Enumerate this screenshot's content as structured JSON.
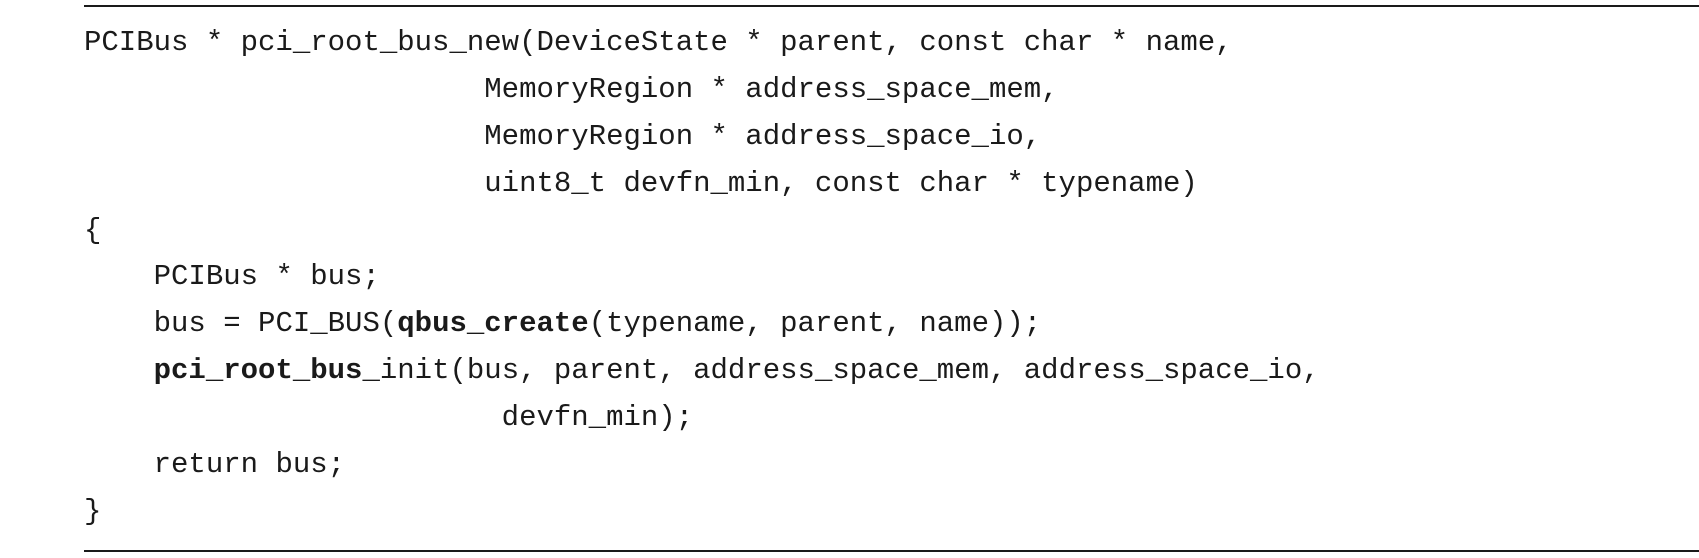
{
  "code_listing": {
    "lines": [
      {
        "indent": "",
        "parts": [
          "PCIBus * pci_root_bus_new(DeviceState * parent, const char * name,"
        ]
      },
      {
        "indent": "                       ",
        "parts": [
          "MemoryRegion * address_space_mem,"
        ]
      },
      {
        "indent": "                       ",
        "parts": [
          "MemoryRegion * address_space_io,"
        ]
      },
      {
        "indent": "                       ",
        "parts": [
          "uint8_t devfn_min, const char * typename)"
        ]
      },
      {
        "indent": "",
        "parts": [
          "{"
        ]
      },
      {
        "indent": "    ",
        "parts": [
          "PCIBus * bus;"
        ]
      },
      {
        "indent": "    ",
        "parts": [
          "bus = PCI_BUS(",
          "qbus_create",
          "(typename, parent, name));"
        ]
      },
      {
        "indent": "    ",
        "parts": [
          "pci_root_bus",
          "_init(bus, parent, address_space_mem, address_space_io,"
        ]
      },
      {
        "indent": "                        ",
        "parts": [
          "devfn_min);"
        ]
      },
      {
        "indent": "    ",
        "parts": [
          "return bus;"
        ]
      },
      {
        "indent": "",
        "parts": [
          "}"
        ]
      }
    ]
  }
}
